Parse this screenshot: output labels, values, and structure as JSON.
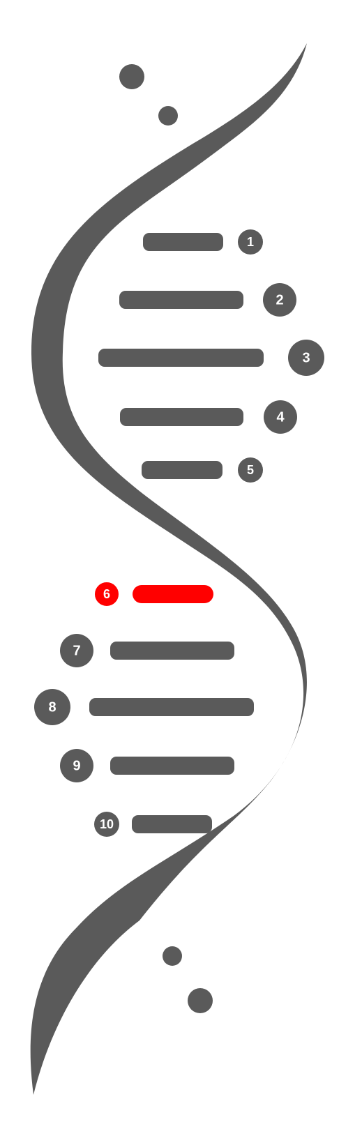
{
  "colors": {
    "base": "#5a5a5a",
    "highlight": "#ff0000",
    "label_text": "#ffffff",
    "background": "#ffffff"
  },
  "rungs": [
    {
      "label": "1",
      "highlighted": false
    },
    {
      "label": "2",
      "highlighted": false
    },
    {
      "label": "3",
      "highlighted": false
    },
    {
      "label": "4",
      "highlighted": false
    },
    {
      "label": "5",
      "highlighted": false
    },
    {
      "label": "6",
      "highlighted": true
    },
    {
      "label": "7",
      "highlighted": false
    },
    {
      "label": "8",
      "highlighted": false
    },
    {
      "label": "9",
      "highlighted": false
    },
    {
      "label": "10",
      "highlighted": false
    }
  ]
}
